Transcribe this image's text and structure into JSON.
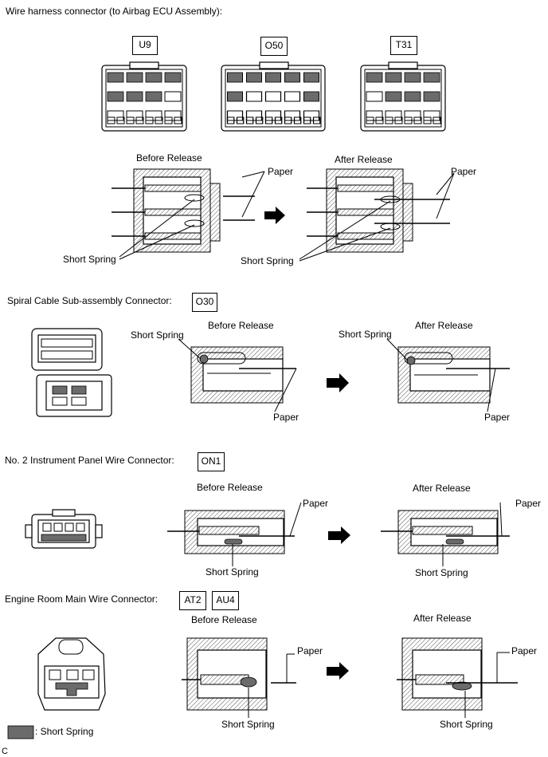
{
  "sections": [
    {
      "title": "Wire harness connector (to Airbag ECU Assembly):",
      "codes": [
        "U9",
        "O50",
        "T31"
      ],
      "before": "Before Release",
      "after": "After Release",
      "paper_before": "Paper",
      "paper_after": "Paper",
      "spring_before": "Short Spring",
      "spring_after": "Short Spring"
    },
    {
      "title": "Spiral Cable Sub-assembly Connector:",
      "codes": [
        "O30"
      ],
      "before": "Before Release",
      "after": "After Release",
      "paper_before": "Paper",
      "paper_after": "Paper",
      "spring_before": "Short Spring",
      "spring_after": "Short Spring"
    },
    {
      "title": "No. 2 Instrument Panel Wire Connector:",
      "codes": [
        "ON1"
      ],
      "before": "Before Release",
      "after": "After Release",
      "paper_before": "Paper",
      "paper_after": "Paper",
      "spring_before": "Short Spring",
      "spring_after": "Short Spring"
    },
    {
      "title": "Engine Room Main Wire Connector:",
      "codes": [
        "AT2",
        "AU4"
      ],
      "before": "Before Release",
      "after": "After Release",
      "paper_before": "Paper",
      "paper_after": "Paper",
      "spring_before": "Short Spring",
      "spring_after": "Short Spring"
    }
  ],
  "legend": {
    "label": ": Short Spring",
    "color": "#6b6b6b"
  },
  "corner_mark": "C",
  "icons": {
    "arrow": "right-arrow-icon",
    "spring": "short-spring-icon"
  }
}
